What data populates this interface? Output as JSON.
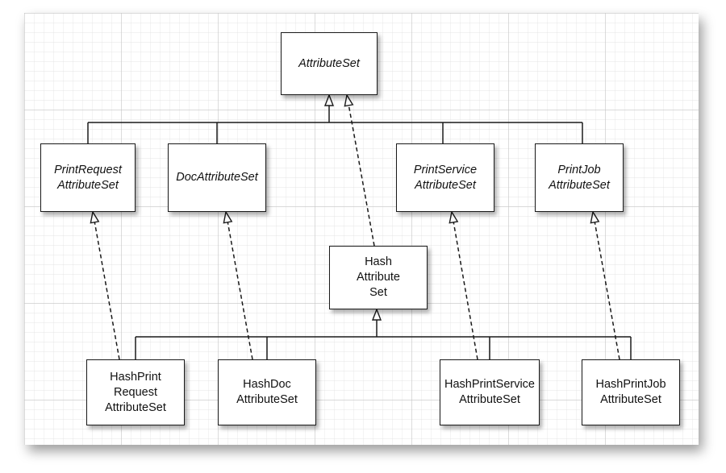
{
  "colors": {
    "line": "#1a1a1a",
    "grid_minor": "#dedede",
    "grid_major": "#c4c4c4",
    "background": "#ffffff"
  },
  "nodes": {
    "attribute_set": "AttributeSet",
    "print_request_attribute_set": "PrintRequest\nAttributeSet",
    "doc_attribute_set": "DocAttributeSet",
    "print_service_attribute_set": "PrintService\nAttributeSet",
    "print_job_attribute_set": "PrintJob\nAttributeSet",
    "hash_attribute_set": "Hash\nAttribute\nSet",
    "hash_print_request_attribute_set": "HashPrint\nRequest\nAttributeSet",
    "hash_doc_attribute_set": "HashDoc\nAttributeSet",
    "hash_print_service_attribute_set": "HashPrintService\nAttributeSet",
    "hash_print_job_attribute_set": "HashPrintJob\nAttributeSet"
  }
}
